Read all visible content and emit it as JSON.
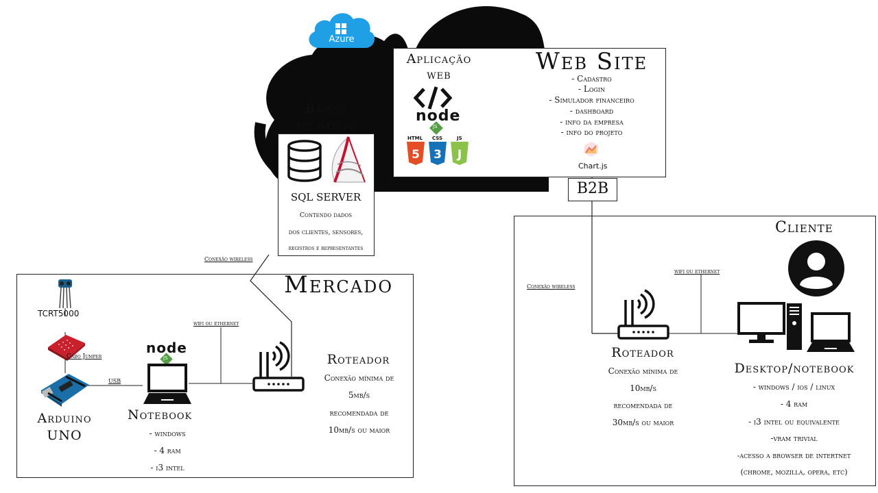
{
  "cloud": {
    "azure_label": "Azure"
  },
  "web": {
    "app_title_line1": "Aplicação",
    "app_title_line2": "web",
    "site_title": "Web Site",
    "features": [
      "- Cadastro",
      "- Login",
      "- Simulador financeiro",
      "- dashboard",
      "- info da empresa",
      "- info do projeto"
    ],
    "node_text": "node",
    "js_badge": "JS",
    "html_label": "HTML",
    "css_label": "CSS",
    "js_label": "JS",
    "chartjs_label": "Chart.js"
  },
  "database": {
    "title_line1": "Banco",
    "title_line2": "de dados",
    "server": "SQL SERVER",
    "desc": [
      "Contendo dados",
      "dos clientes, sensores,",
      "registros e representantes"
    ]
  },
  "b2b": "B2B",
  "mercado": {
    "title": "Mercado",
    "sensor": "TCRT5000",
    "jumper": "Cabo Jumper",
    "usb": "USB",
    "wifi": "wifi ou ethernet",
    "arduino_line1": "Arduino",
    "arduino_line2": "UNO",
    "notebook_title": "Notebook",
    "notebook_specs": [
      "- windows",
      "- 4 ram",
      "- i3 intel"
    ],
    "node_text": "node",
    "js_badge": "JS",
    "router_title": "Roteador",
    "router_desc": [
      "Conexão mínima de",
      "5mb/s",
      "recomendada de",
      "10mb/s ou maior"
    ]
  },
  "links": {
    "db_wireless": "Conexão wireless",
    "client_wireless": "Conexão wireless"
  },
  "cliente": {
    "title": "Cliente",
    "wifi": "wifi ou ethernet",
    "router_title": "Roteador",
    "router_desc": [
      "Conexão mínima de",
      "10mb/s",
      "recomendada de",
      "30mb/s ou maior"
    ],
    "desktop_title": "Desktop/notebook",
    "desktop_specs": [
      "- windows / ios / linux",
      "- 4 ram",
      "- i3 intel ou equivalente",
      "-vram trivial",
      "-acesso a browser de intertnet",
      "(chrome, mozilla, opera, etc)"
    ]
  },
  "colors": {
    "azure": "#1e9fe6",
    "html": "#e44d26",
    "css": "#1572b6",
    "js": "#8bc34a",
    "node_green": "#539e43",
    "arduino": "#1a6fa8",
    "breadboard": "#c9212b"
  }
}
